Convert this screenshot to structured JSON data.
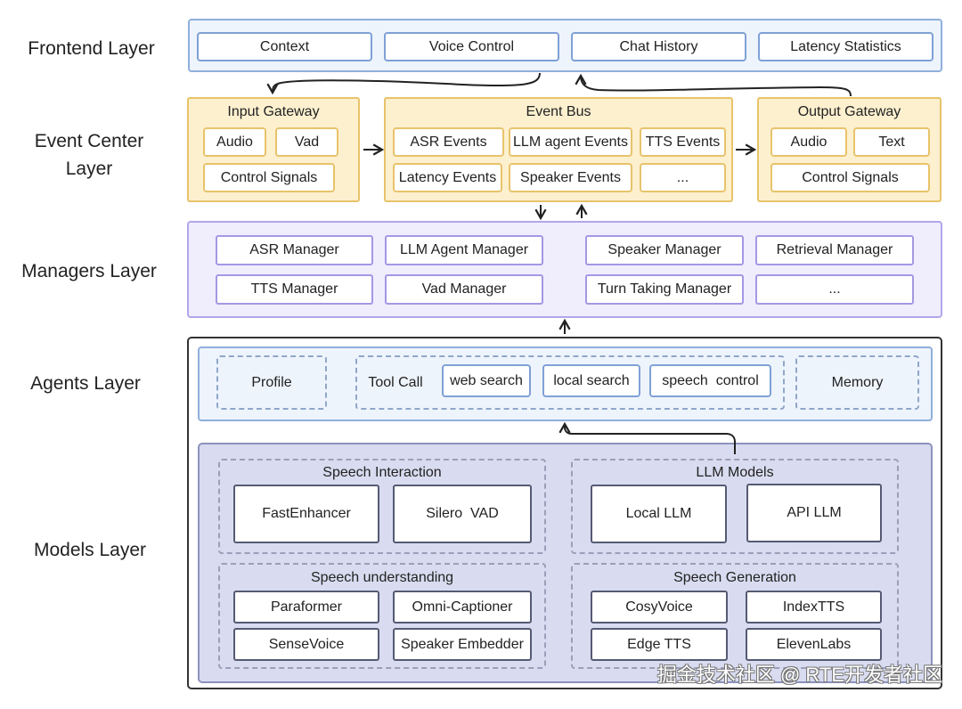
{
  "layers": {
    "frontend": "Frontend Layer",
    "event_center_line1": "Event Center",
    "event_center_line2": "Layer",
    "managers": "Managers Layer",
    "agents": "Agents Layer",
    "models": "Models Layer"
  },
  "frontend": {
    "items": [
      "Context",
      "Voice Control",
      "Chat History",
      "Latency Statistics"
    ]
  },
  "event_center": {
    "input_gateway": {
      "title": "Input Gateway",
      "items": [
        "Audio",
        "Vad",
        "Control Signals"
      ]
    },
    "event_bus": {
      "title": "Event Bus",
      "items": [
        "ASR Events",
        "LLM agent Events",
        "TTS Events",
        "Latency Events",
        "Speaker Events",
        "..."
      ]
    },
    "output_gateway": {
      "title": "Output Gateway",
      "items": [
        "Audio",
        "Text",
        "Control Signals"
      ]
    }
  },
  "managers": {
    "items": [
      "ASR Manager",
      "LLM Agent Manager",
      "Speaker Manager",
      "Retrieval Manager",
      "TTS Manager",
      "Vad Manager",
      "Turn Taking Manager",
      "..."
    ]
  },
  "agents": {
    "profile": "Profile",
    "tool_call": "Tool Call",
    "tools": [
      "web search",
      "local search",
      "speech  control"
    ],
    "memory": "Memory"
  },
  "models": {
    "speech_interaction": {
      "title": "Speech Interaction",
      "items": [
        "FastEnhancer",
        "Silero  VAD"
      ]
    },
    "llm_models": {
      "title": "LLM Models",
      "items": [
        "Local LLM",
        "API LLM"
      ]
    },
    "speech_understanding": {
      "title": "Speech understanding",
      "items": [
        "Paraformer",
        "Omni-Captioner",
        "SenseVoice",
        "Speaker Embedder"
      ]
    },
    "speech_generation": {
      "title": "Speech Generation",
      "items": [
        "CosyVoice",
        "IndexTTS",
        "Edge TTS",
        "ElevenLabs"
      ]
    }
  },
  "watermark": "掘金技术社区 @ RTE开发者社区"
}
